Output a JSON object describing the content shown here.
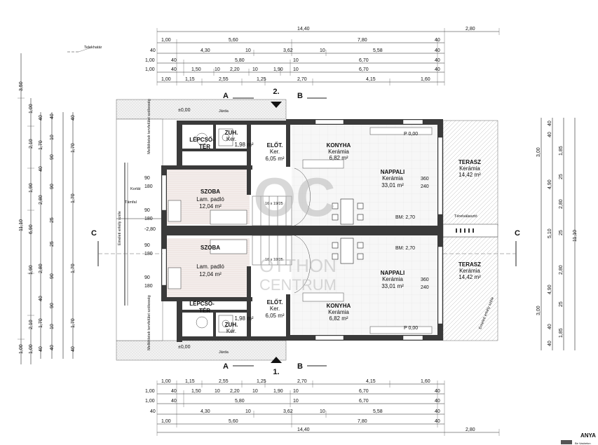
{
  "top_dims": {
    "row1": [
      "14,40",
      "2,80"
    ],
    "row2": [
      "1,00",
      "5,60",
      "7,80",
      "40"
    ],
    "row3": [
      "40",
      "4,30",
      "10",
      "3,62",
      "10",
      "5,58",
      "40"
    ],
    "row4": [
      "1,00",
      "40",
      "5,80",
      "10",
      "6,70",
      "40"
    ],
    "row5": [
      "1,00",
      "40",
      "1,50",
      "10",
      "2,20",
      "10",
      "1,90",
      "10",
      "6,70",
      "40"
    ],
    "row6": [
      "1,00",
      "1,15",
      "2,55",
      "1,25",
      "2,70",
      "4,15",
      "1,60"
    ]
  },
  "bottom_dims": {
    "row1": [
      "1,00",
      "1,15",
      "2,55",
      "1,25",
      "2,70",
      "4,15",
      "1,60"
    ],
    "row2": [
      "1,00",
      "40",
      "1,50",
      "10",
      "2,20",
      "10",
      "1,90",
      "10",
      "6,70",
      "40"
    ],
    "row3": [
      "1,00",
      "40",
      "5,80",
      "10",
      "6,70",
      "40"
    ],
    "row4": [
      "40",
      "4,30",
      "10",
      "3,62",
      "10",
      "5,58",
      "40"
    ],
    "row5": [
      "1,00",
      "5,60",
      "7,80",
      "40"
    ],
    "row6": [
      "14,40",
      "2,80"
    ]
  },
  "left_dims": {
    "outer": [
      "3,50",
      "11,10",
      "1,00"
    ],
    "col2": [
      "1,00",
      "2,10",
      "1,90",
      "6,90",
      "1,90",
      "2,10",
      "1,00"
    ],
    "col3": [
      "40",
      "1,70",
      "40",
      "2,80",
      "2,80",
      "40",
      "1,70",
      "40"
    ],
    "col4": [
      "40",
      "10",
      "90",
      "90",
      "25",
      "25",
      "90",
      "90",
      "10",
      "40"
    ],
    "col5": [
      "40",
      "1,70",
      "1,70",
      "1,70",
      "1,70",
      "40"
    ]
  },
  "right_dims": {
    "col1": [
      "40",
      "1,85",
      "40",
      "3,00",
      "4,90",
      "25",
      "2,80",
      "5,10",
      "25",
      "2,80",
      "4,90",
      "25",
      "3,00",
      "40",
      "1,85",
      "40"
    ],
    "outer": [
      "11,10"
    ]
  },
  "labels": {
    "telekhatar": "Telekhatár",
    "korlat": "Korlát",
    "tamfal": "Támfal",
    "emeleti_erkely_szele": "Emeleti erkély széle",
    "terelvalaszto": "Térelválasztó",
    "minus_280": "-2,80",
    "mellekleti_top": "Mellékletek tervfelület szélesség",
    "mellekleti_bottom": "Mellékletek tervfelület szélesség",
    "jarda_top": "Járda",
    "jarda_bottom": "Járda",
    "elevation_top": "±0,00",
    "elevation_bottom": "±0,00",
    "anyag": "ANYA",
    "anyag_sub": "Be Vasbeton"
  },
  "sections": {
    "a_top": "A",
    "b_top": "B",
    "a_bottom": "A",
    "b_bottom": "B",
    "c_left": "C",
    "c_right": "C",
    "entry_top": "2.",
    "entry_bottom": "1."
  },
  "rooms": {
    "lepcsoter_top": {
      "name": "LÉPCSŐ-",
      "name2": "TÉR"
    },
    "zuh_top": {
      "name": "ZUH.",
      "floor": "Ker.",
      "area": "1,98 m²"
    },
    "eloter_top": {
      "name": "ELŐT.",
      "floor": "Ker.",
      "area": "6,05 m²"
    },
    "konyha_top": {
      "name": "KONYHA",
      "floor": "Kerámia",
      "area": "6,82 m²"
    },
    "nappali_top": {
      "name": "NAPPALI",
      "floor": "Kerámia",
      "area": "33,01 m²"
    },
    "terasz_top": {
      "name": "TERASZ",
      "floor": "Kerámia",
      "area": "14,42 m²"
    },
    "szoba_top": {
      "name": "SZOBA",
      "floor": "Lam. padló",
      "area": "12,04 m²"
    },
    "szoba_bottom": {
      "name": "SZOBA",
      "floor": "Lam. padló",
      "area": "12,04 m²"
    },
    "lepcsoter_bottom": {
      "name": "LÉPCSŐ-",
      "name2": "TÉR"
    },
    "zuh_bottom": {
      "name": "ZUH.",
      "floor": "Ker.",
      "area": "1,98 m²"
    },
    "eloter_bottom": {
      "name": "ELŐT.",
      "floor": "Ker.",
      "area": "6,05 m²"
    },
    "konyha_bottom": {
      "name": "KONYHA",
      "floor": "Kerámia",
      "area": "6,82 m²"
    },
    "nappali_bottom": {
      "name": "NAPPALI",
      "floor": "Kerámia",
      "area": "33,01 m²"
    },
    "terasz_bottom": {
      "name": "TERASZ",
      "floor": "Kerámia",
      "area": "14,42 m²"
    }
  },
  "marks": {
    "bm_top": "BM: 2,70",
    "bm_bottom": "BM: 2,70",
    "stair_top": "16 x 19/25",
    "stair_bottom": "16 x 19/25",
    "p_top": "P 0,00",
    "p_bottom": "P 0,00",
    "win_360_top": "360",
    "win_240_top": "240",
    "win_360_bottom": "360",
    "win_240_bottom": "240",
    "szoba_90_top": "90",
    "szoba_180_top": "180",
    "szoba_90_mid": "90",
    "szoba_180_mid": "180",
    "szoba_90_low": "90",
    "szoba_180_low": "180",
    "szoba_90_b2": "90",
    "szoba_180_b2": "180"
  },
  "watermark": {
    "logo": "OC",
    "line1": "OTTHON",
    "line2": "CENTRUM"
  }
}
